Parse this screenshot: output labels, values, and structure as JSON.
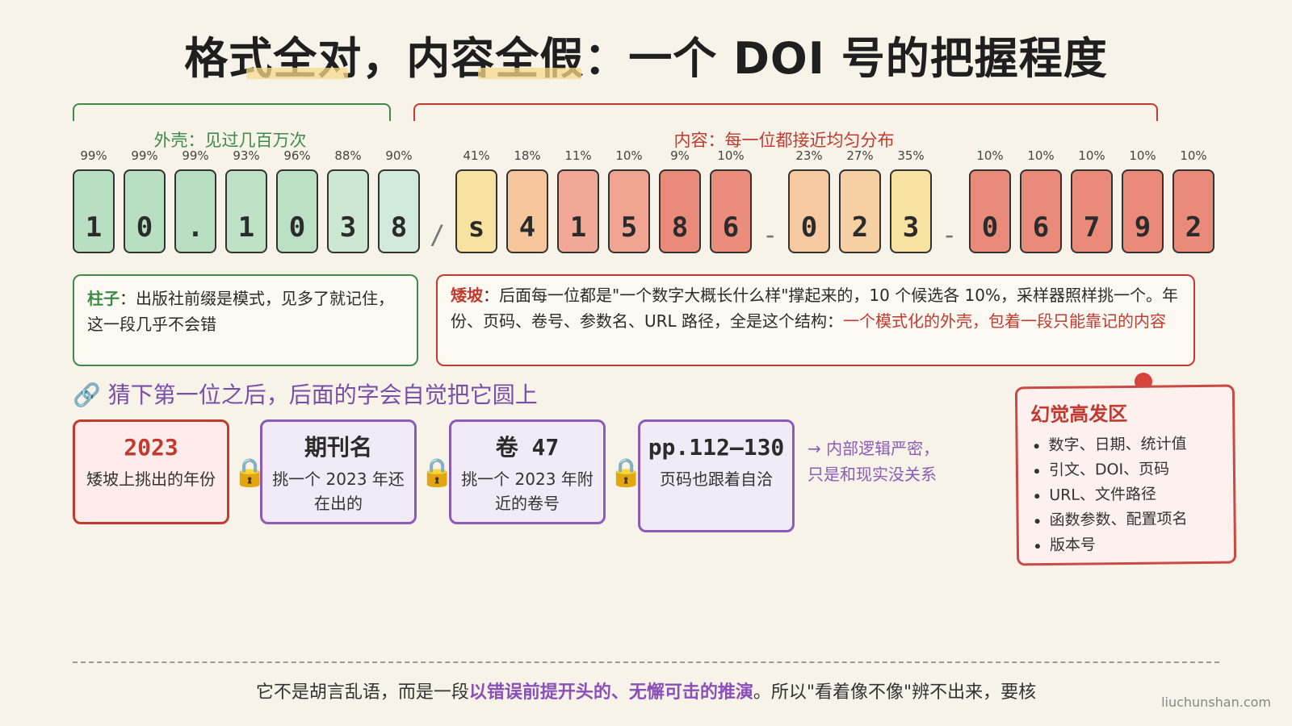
{
  "title": {
    "text": "格式全对，内容全假：一个 DOI 号的把握程度"
  },
  "shell": {
    "bracket_label": "外壳：见过几百万次",
    "color": "#3d8a4a"
  },
  "content": {
    "bracket_label": "内容：每一位都接近均匀分布",
    "color": "#c23a2f"
  },
  "tiles": [
    {
      "char": "1",
      "pct": "99%",
      "prob": 0.99,
      "bg": "#b9dfc2"
    },
    {
      "char": "0",
      "pct": "99%",
      "prob": 0.99,
      "bg": "#b9dfc2"
    },
    {
      "char": ".",
      "pct": "99%",
      "prob": 0.99,
      "bg": "#b9dfc2"
    },
    {
      "char": "1",
      "pct": "93%",
      "prob": 0.93,
      "bg": "#bfe1c6"
    },
    {
      "char": "0",
      "pct": "96%",
      "prob": 0.96,
      "bg": "#bce0c4"
    },
    {
      "char": "3",
      "pct": "88%",
      "prob": 0.88,
      "bg": "#cde8d2"
    },
    {
      "char": "8",
      "pct": "90%",
      "prob": 0.9,
      "bg": "#d2eadb"
    },
    {
      "char": "s",
      "pct": "41%",
      "prob": 0.41,
      "bg": "#f8e2a2"
    },
    {
      "char": "4",
      "pct": "18%",
      "prob": 0.18,
      "bg": "#f5c79b"
    },
    {
      "char": "1",
      "pct": "11%",
      "prob": 0.11,
      "bg": "#f2a896"
    },
    {
      "char": "5",
      "pct": "10%",
      "prob": 0.1,
      "bg": "#f0a593"
    },
    {
      "char": "8",
      "pct": "9%",
      "prob": 0.09,
      "bg": "#ea8a78"
    },
    {
      "char": "6",
      "pct": "10%",
      "prob": 0.1,
      "bg": "#eb8d7b"
    },
    {
      "char": "0",
      "pct": "23%",
      "prob": 0.23,
      "bg": "#f6c9a0"
    },
    {
      "char": "2",
      "pct": "27%",
      "prob": 0.27,
      "bg": "#f6cfa3"
    },
    {
      "char": "3",
      "pct": "35%",
      "prob": 0.35,
      "bg": "#f8e2a2"
    },
    {
      "char": "0",
      "pct": "10%",
      "prob": 0.1,
      "bg": "#ea8a78"
    },
    {
      "char": "6",
      "pct": "10%",
      "prob": 0.1,
      "bg": "#ea8a78"
    },
    {
      "char": "7",
      "pct": "10%",
      "prob": 0.1,
      "bg": "#ea8a78"
    },
    {
      "char": "9",
      "pct": "10%",
      "prob": 0.1,
      "bg": "#ea8a78"
    },
    {
      "char": "2",
      "pct": "10%",
      "prob": 0.1,
      "bg": "#ea8a78"
    }
  ],
  "separators": [
    "/",
    "-",
    "-"
  ],
  "notes": {
    "left_kw": "柱子",
    "left_text": "：出版社前缀是模式，见多了就记住，这一段几乎不会错",
    "right_kw": "矮坡",
    "right_text": "：后面每一位都是\"一个数字大概长什么样\"撑起来的，10 个候选各 10%，采样器照样挑一个。年份、页码、卷号、参数名、URL 路径，全是这个结构：",
    "right_em": "一个模式化的外壳，包着一段只能靠记的内容"
  },
  "chain": {
    "title": "🔗 猜下第一位之后，后面的字会自觉把它圆上",
    "cards": [
      {
        "title": "2023",
        "sub": "矮坡上挑出的年份",
        "border": "#c23a2f",
        "bg": "#fdecea",
        "title_color": "#c23a2f"
      },
      {
        "title": "期刊名",
        "sub": "挑一个 2023 年还在出的",
        "border": "#8a5cb8",
        "bg": "#f1ebf7",
        "title_color": "#2b2b2b"
      },
      {
        "title": "卷 47",
        "sub": "挑一个 2023 年附近的卷号",
        "border": "#8a5cb8",
        "bg": "#f1ebf7",
        "title_color": "#2b2b2b"
      },
      {
        "title": "pp.112–130",
        "sub": "页码也跟着自洽",
        "border": "#8a5cb8",
        "bg": "#f1ebf7",
        "title_color": "#2b2b2b"
      }
    ],
    "lock_glyph": "🔒",
    "arrow_note": "→ 内部逻辑严密，只是和现实没关系"
  },
  "halluc": {
    "title": "幻觉高发区",
    "items": [
      "数字、日期、统计值",
      "引文、DOI、页码",
      "URL、文件路径",
      "函数参数、配置项名",
      "版本号"
    ]
  },
  "footer": {
    "pre": "它不是胡言乱语，而是一段",
    "emph": "以错误前提开头的、无懈可击的推演",
    "post": "。所以\"看着像不像\"辨不出来，要核"
  },
  "watermark": "liuchunshan.com"
}
